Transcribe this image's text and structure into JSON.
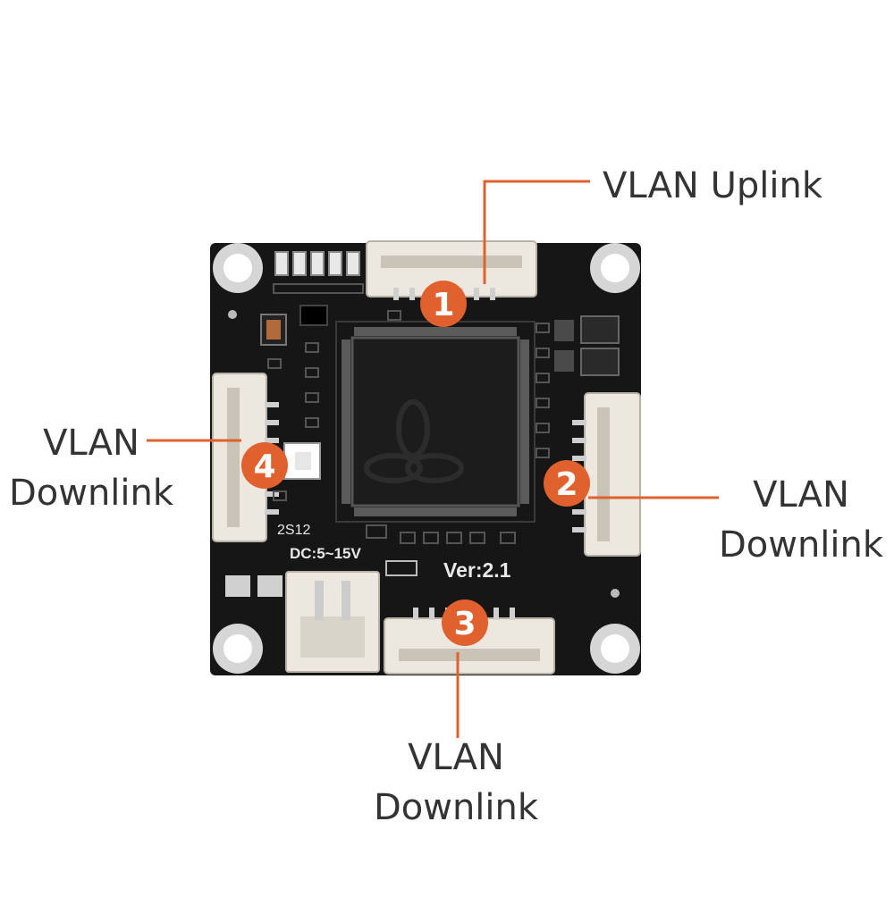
{
  "colors": {
    "accent": "#e0612e",
    "board": "#161616",
    "connector": "#ece8e0",
    "label_text": "#333333",
    "leader_line": "#e0612e"
  },
  "ports": [
    {
      "number": "1",
      "line1": "VLAN Uplink",
      "line2": ""
    },
    {
      "number": "2",
      "line1": "VLAN",
      "line2": "Downlink"
    },
    {
      "number": "3",
      "line1": "VLAN",
      "line2": "Downlink"
    },
    {
      "number": "4",
      "line1": "VLAN",
      "line2": "Downlink"
    }
  ],
  "board": {
    "silkscreen_voltage": "DC:5~15V",
    "silkscreen_version": "Ver:2.1",
    "silkscreen_code": "2S12",
    "plus": "+",
    "minus": "-"
  }
}
